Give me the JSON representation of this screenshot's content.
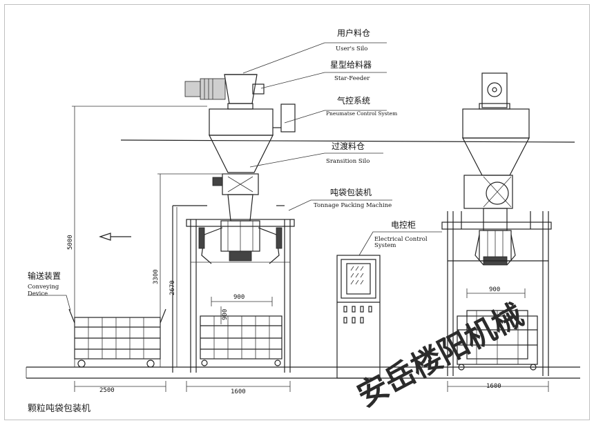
{
  "labels": {
    "user_silo_cn": "用户料仓",
    "user_silo_en": "User's Silo",
    "star_feeder_cn": "星型给料器",
    "star_feeder_en": "Star-Feeder",
    "pneumatic_cn": "气控系统",
    "pneumatic_en": "Pneumatse Control System",
    "transition_cn": "过渡料仓",
    "transition_en": "Sransition Silo",
    "packing_cn": "吨袋包装机",
    "packing_en": "Tonnage Packing Machine",
    "electrical_cn": "电控柜",
    "electrical_en_1": "Electrical Control",
    "electrical_en_2": "System",
    "conveying_cn": "输送装置",
    "conveying_en_1": "Conveying",
    "conveying_en_2": "Device"
  },
  "dimensions": {
    "h_5000": "5000",
    "h_3300": "3300",
    "h_2670": "2670",
    "w_900_left": "900",
    "h_900_small": "900",
    "w_2500": "2500",
    "w_1600_left": "1600",
    "w_900_right": "900",
    "w_1600_right": "1600"
  },
  "watermark": "安岳楼阳机械",
  "caption": "颗粒吨袋包装机"
}
